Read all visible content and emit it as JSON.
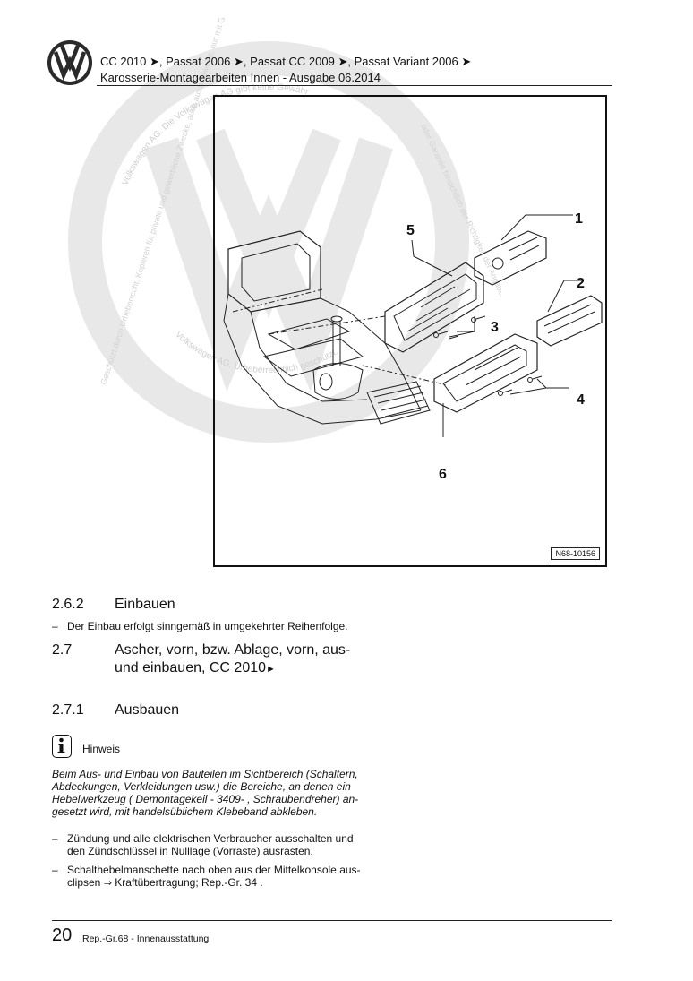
{
  "header": {
    "models": [
      "CC 2010",
      "Passat 2006",
      "Passat CC 2009",
      "Passat Variant 2006"
    ],
    "separator": ",",
    "subtitle": "Karosserie-Montagearbeiten Innen - Ausgabe 06.2014"
  },
  "watermark": {
    "text_top": "Volkswagen AG. Die Volkswagen AG gibt keine Gewähr",
    "text_left": "Geschützt durch Urheberrecht. Kopieren für private und gewerbliche Zwecke, auch auszugsweise, nur mit Genehmigung",
    "text_right": "oder Garantie hinsichtlich der Richtigkeit der Angaben im Dokument",
    "text_bottom": "Volkswagen AG. Urheberrechtlich geschützt."
  },
  "figure": {
    "callouts": [
      "1",
      "2",
      "3",
      "4",
      "5",
      "6"
    ],
    "reference": "N68-10156"
  },
  "sections": {
    "s262": {
      "number": "2.6.2",
      "title": "Einbauen"
    },
    "s262_step": "Der Einbau erfolgt sinngemäß in umgekehrter Reihenfolge.",
    "s27": {
      "number": "2.7",
      "title_line1": "Ascher, vorn, bzw. Ablage, vorn, aus-",
      "title_line2": "und einbauen, CC 2010"
    },
    "s271": {
      "number": "2.7.1",
      "title": "Ausbauen"
    }
  },
  "note": {
    "label": "Hinweis",
    "lines": [
      "Beim Aus- und Einbau von Bauteilen im Sichtbereich (Schaltern,",
      "Abdeckungen, Verkleidungen usw.) die Bereiche, an denen ein",
      "Hebelwerkzeug ( Demontagekeil - 3409- , Schraubendreher) an-",
      "gesetzt wird, mit handelsüblichem Klebeband abkleben."
    ]
  },
  "steps": [
    {
      "lines": [
        "Zündung und alle elektrischen Verbraucher ausschalten und",
        "den Zündschlüssel in Nulllage (Vorraste) ausrasten."
      ]
    },
    {
      "lines": [
        "Schalthebelmanschette nach oben aus der Mittelkonsole aus-",
        "clipsen"
      ],
      "link": "Kraftübertragung; Rep.-Gr.  34 ."
    }
  ],
  "footer": {
    "page_number": "20",
    "text": "Rep.-Gr.68 - Innenausstattung"
  },
  "colors": {
    "text": "#111111",
    "watermark": "#e6e6e6",
    "rule": "#222222"
  },
  "icons": {
    "logo": "vw-logo-icon",
    "arrow": "triangle-right-icon",
    "note": "info-icon",
    "link_arrow": "double-arrow-right-icon"
  }
}
